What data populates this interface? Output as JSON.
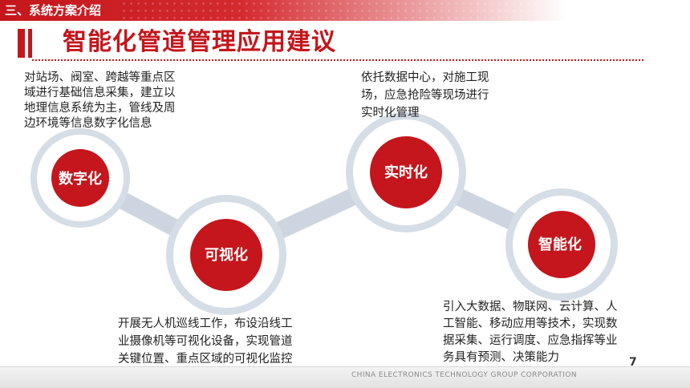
{
  "header": {
    "section": "三、系统方案介绍",
    "title": "智能化管道管理应用建议"
  },
  "stages": [
    {
      "label": "数字化"
    },
    {
      "label": "可视化"
    },
    {
      "label": "实时化"
    },
    {
      "label": "智能化"
    }
  ],
  "descriptions": {
    "digital": [
      "对站场、阀室、跨越等重点区",
      "域进行基础信息采集，建立以",
      "地理信息系统为主，管线及周",
      "边环境等信息数字化信息"
    ],
    "visual": [
      "开展无人机巡线工作，布设沿线工",
      "业摄像机等可视化设备，实现管道",
      "关键位置、重点区域的可视化监控"
    ],
    "realtime": [
      " 依托数据中心，对施工现",
      "场，应急抢险等现场进行",
      "实时化管理"
    ],
    "intelligent": [
      "引入大数据、物联网、云计算、人",
      "工智能、移动应用等技术，实现数",
      "据采集、运行调度、应急指挥等业",
      "务具有预测、决策能力"
    ]
  },
  "footer": {
    "company": "CHINA ELECTRONICS TECHNOLOGY GROUP CORPORATION",
    "page_number": "7"
  },
  "colors": {
    "brand_red": "#c4161c",
    "ring": "#d5dde7",
    "connector": "#cdd6e0"
  }
}
